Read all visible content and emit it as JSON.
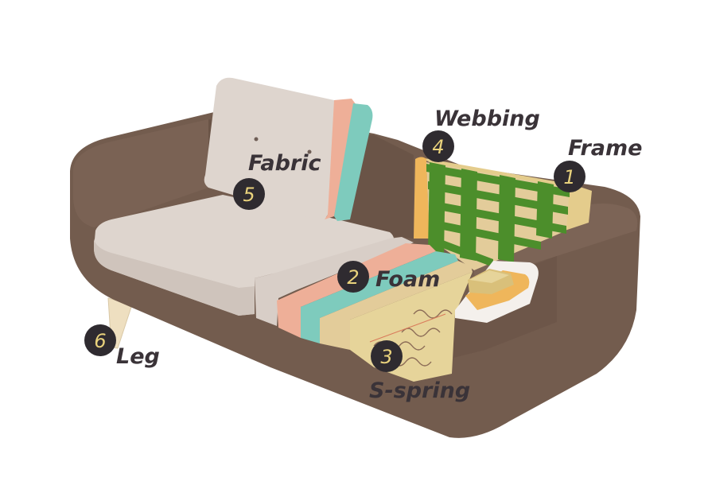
{
  "callouts": [
    {
      "number": "1",
      "label": "Frame"
    },
    {
      "number": "2",
      "label": "Foam"
    },
    {
      "number": "3",
      "label": "S-spring"
    },
    {
      "number": "4",
      "label": "Webbing"
    },
    {
      "number": "5",
      "label": "Fabric"
    },
    {
      "number": "6",
      "label": "Leg"
    }
  ],
  "colors": {
    "frame_brown": "#735c4e",
    "fabric": "#ded5ce",
    "fabric_shadow": "#cfc4bc",
    "foam_pink": "#eeaf98",
    "foam_teal": "#7ecbbd",
    "foam_sand": "#e3cc9a",
    "webbing_green": "#4c8e2b",
    "wood_yellow": "#efb65b",
    "spring_base": "#e6d49a",
    "leg_wood": "#eedfc0",
    "badge": "#2f2b30",
    "badge_number": "#e9d27c",
    "label_text": "#3a3338"
  }
}
